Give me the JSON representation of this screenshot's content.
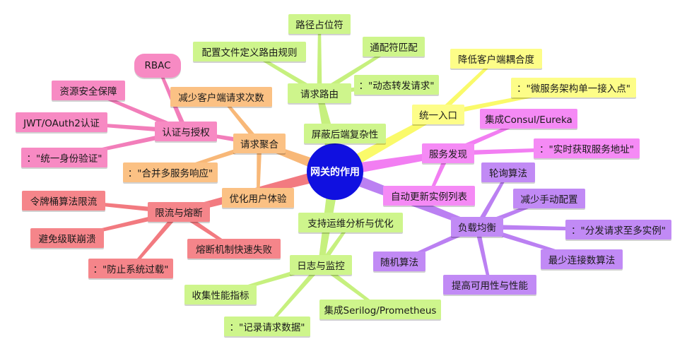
{
  "root": {
    "label": "网关的作用",
    "color": "#1010e0"
  },
  "branches": [
    {
      "id": "routing",
      "color": "#cef58c",
      "edge": "#c6f07e",
      "node": {
        "label": "请求路由"
      },
      "children": [
        {
          "label": "路径占位符"
        },
        {
          "label": "配置文件定义路由规则"
        },
        {
          "label": "通配符匹配"
        },
        {
          "label": "：\"动态转发请求\""
        }
      ],
      "secondary": {
        "label": "屏蔽后端复杂性"
      }
    },
    {
      "id": "entry",
      "color": "#fdfd88",
      "edge": "#fafa6a",
      "node": {
        "label": "统一入口"
      },
      "children": [
        {
          "label": "降低客户端耦合度"
        },
        {
          "label": "：\"微服务架构单一接入点\""
        }
      ]
    },
    {
      "id": "discovery",
      "color": "#f58af5",
      "edge": "#f27ef2",
      "node": {
        "label": "服务发现"
      },
      "children": [
        {
          "label": "集成Consul/Eureka"
        },
        {
          "label": "：\"实时获取服务地址\""
        },
        {
          "label": "自动更新实例列表"
        }
      ]
    },
    {
      "id": "lb",
      "color": "#c18af5",
      "edge": "#bb80f2",
      "node": {
        "label": "负载均衡"
      },
      "children": [
        {
          "label": "轮询算法"
        },
        {
          "label": "减少手动配置"
        },
        {
          "label": "：\"分发请求至多实例\""
        },
        {
          "label": "最少连接数算法"
        },
        {
          "label": "提高可用性与性能"
        },
        {
          "label": "随机算法"
        }
      ]
    },
    {
      "id": "logging",
      "color": "#cef58c",
      "edge": "#c6f07e",
      "node": {
        "label": "日志与监控"
      },
      "children": [
        {
          "label": "支持运维分析与优化"
        },
        {
          "label": "收集性能指标"
        },
        {
          "label": "集成Serilog/Prometheus"
        },
        {
          "label": "：\"记录请求数据\""
        }
      ]
    },
    {
      "id": "ratelimit",
      "color": "#f5858a",
      "edge": "#f27a80",
      "node": {
        "label": "限流与熔断"
      },
      "children": [
        {
          "label": "令牌桶算法限流"
        },
        {
          "label": "避免级联崩溃"
        },
        {
          "label": "：\"防止系统过载\""
        },
        {
          "label": "熔断机制快速失败"
        }
      ]
    },
    {
      "id": "aggregation",
      "color": "#fbc184",
      "edge": "#f8b878",
      "node": {
        "label": "请求聚合"
      },
      "children": [
        {
          "label": "减少客户端请求次数"
        },
        {
          "label": "：\"合并多服务响应\""
        },
        {
          "label": "优化用户体验"
        }
      ]
    },
    {
      "id": "auth",
      "color": "#f78ac3",
      "edge": "#f27eba",
      "node": {
        "label": "认证与授权"
      },
      "children": [
        {
          "label": "RBAC"
        },
        {
          "label": "资源安全保障"
        },
        {
          "label": "JWT/OAuth2认证"
        },
        {
          "label": "：\"统一身份验证\""
        }
      ]
    }
  ]
}
